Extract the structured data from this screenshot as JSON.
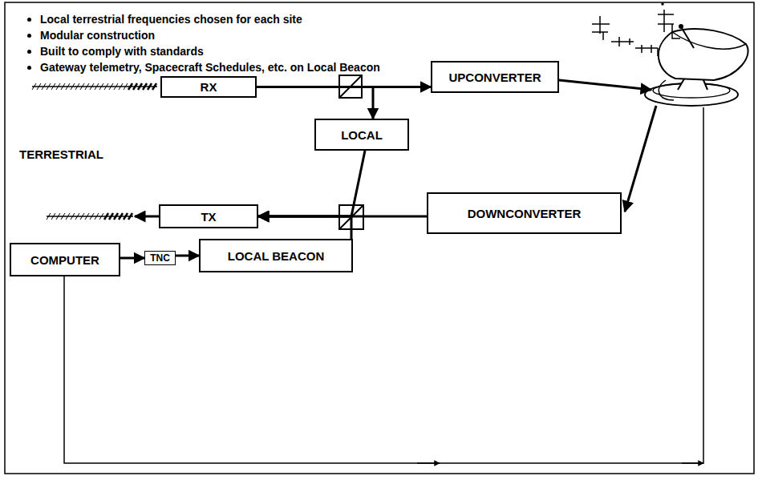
{
  "diagram": {
    "nodes": [
      {
        "text": [
          "RX"
        ]
      },
      {
        "text": [
          "UPCONVERTER"
        ]
      },
      {
        "text": [
          "LOCAL"
        ]
      },
      {
        "text": [
          "TX"
        ]
      },
      {
        "text": [
          "DOWNCONVERTER"
        ]
      },
      {
        "text": [
          "COMPUTER"
        ]
      },
      {
        "text": [
          "TNC"
        ]
      },
      {
        "text": [
          "LOCAL BEACON"
        ]
      }
    ],
    "edges": [
      {
        "from": 0,
        "to": 1,
        "arrow": "to"
      },
      {
        "from": 0,
        "to": 2,
        "arrow": "to"
      },
      {
        "from": 2,
        "to": 3,
        "arrow": "to"
      },
      {
        "from": 4,
        "to": 3,
        "arrow": "to"
      },
      {
        "from": 7,
        "to": 3,
        "arrow": "to"
      },
      {
        "from": 5,
        "to": 6,
        "arrow": "to"
      },
      {
        "from": 6,
        "to": 7,
        "arrow": "to"
      }
    ],
    "labels": [
      "Local terrestrial frequencies chosen for each site",
      "Modular construction",
      "Built to comply with standards",
      "Gateway telemetry, Spacecraft Schedules, etc. on Local Beacon",
      "TERRESTRIAL"
    ]
  }
}
